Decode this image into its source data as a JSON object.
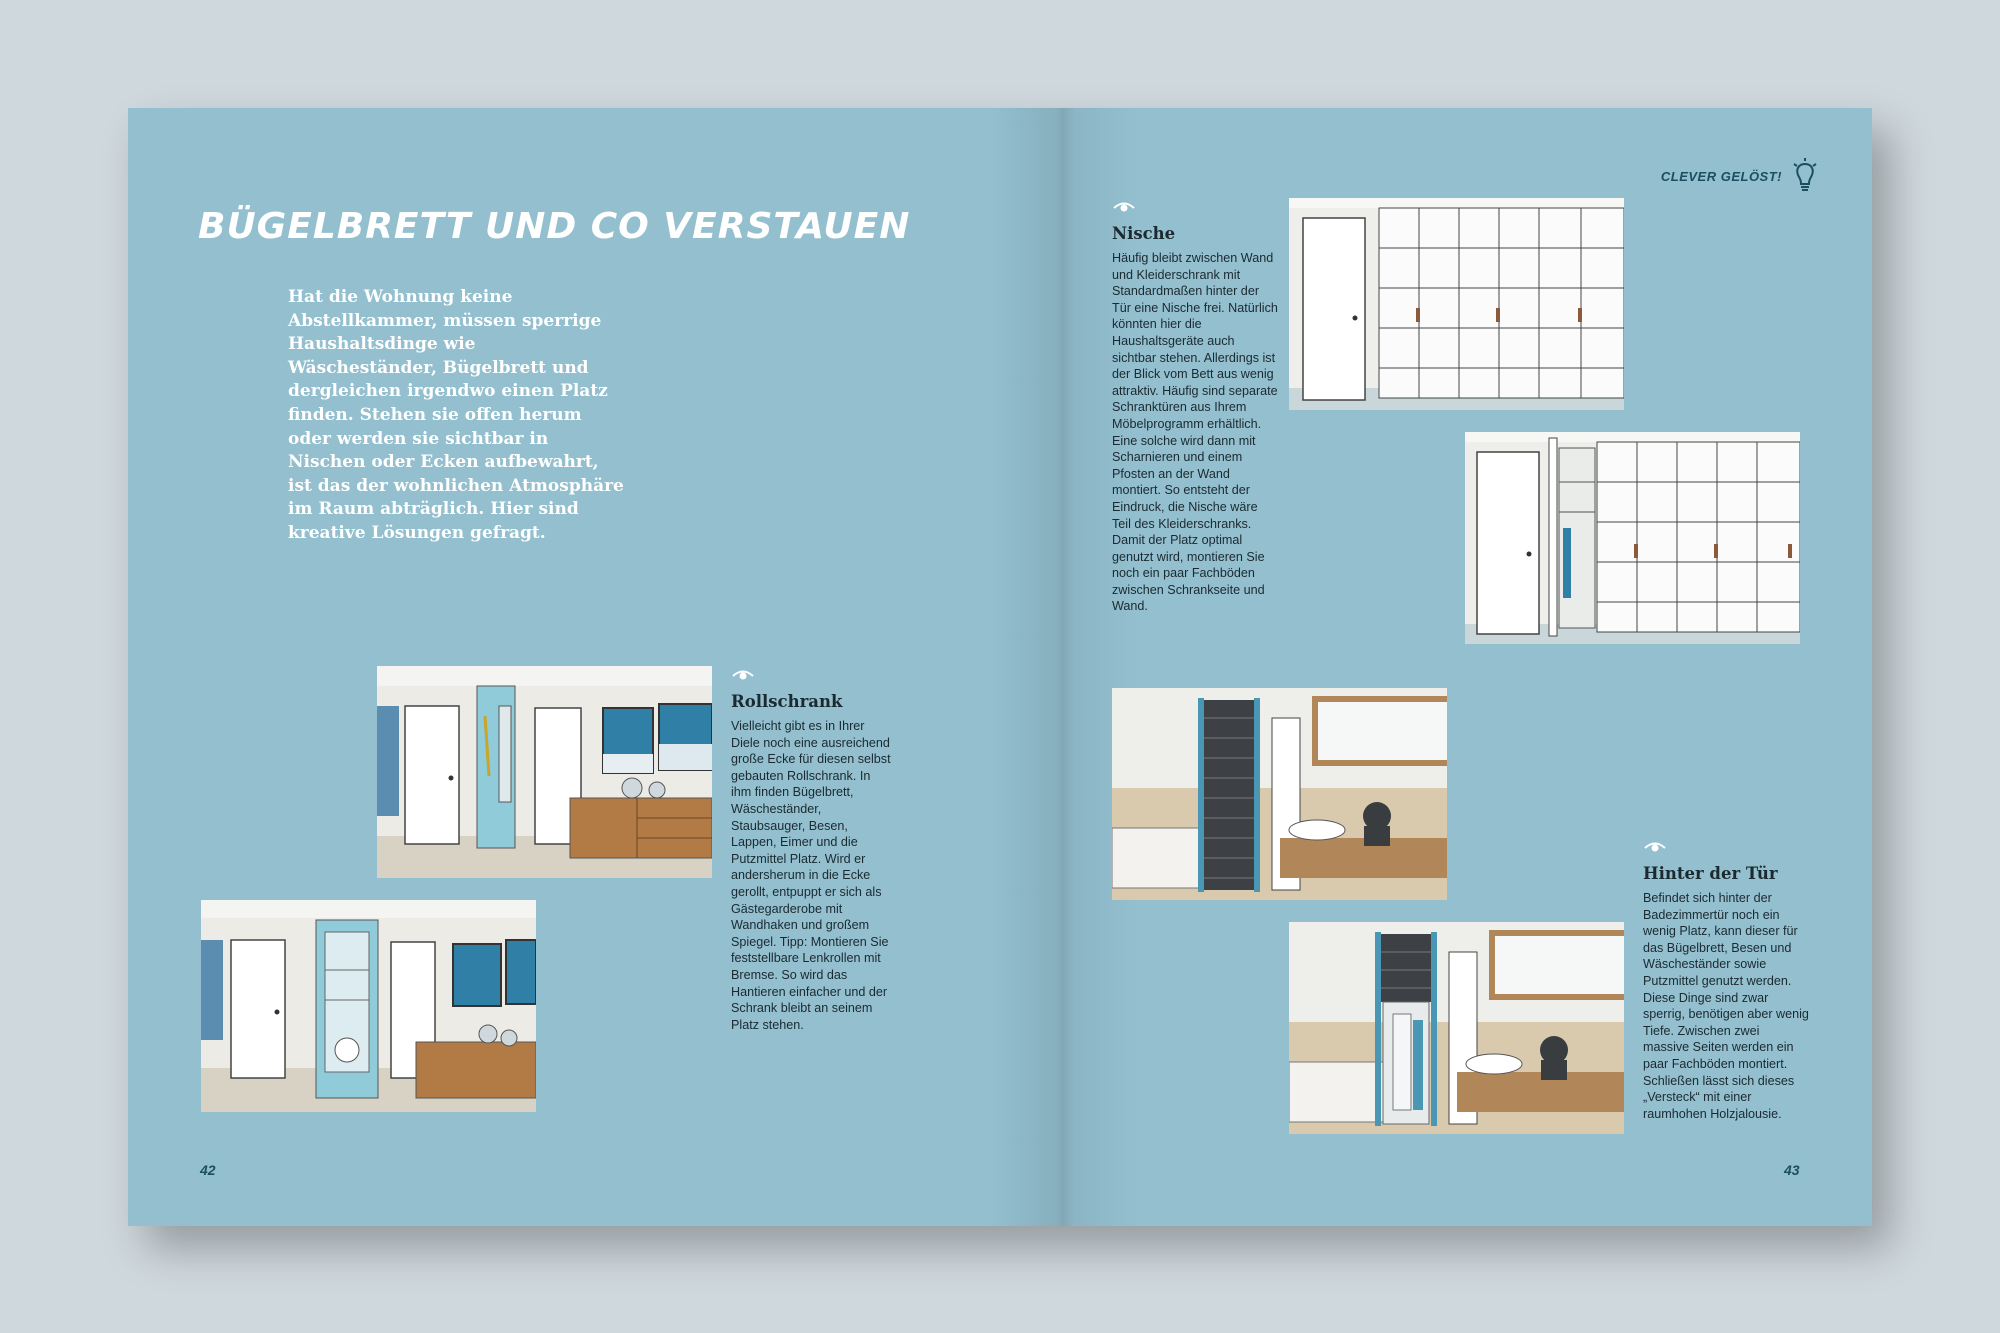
{
  "header": {
    "section_label": "CLEVER GELÖST!",
    "lightbulb_icon": "lightbulb-icon"
  },
  "left_page": {
    "title": "BÜGELBRETT UND CO VERSTAUEN",
    "intro": "Hat die Wohnung keine Abstellkammer, müssen sperrige Haushaltsdinge wie Wäscheständer, Bügelbrett und dergleichen irgendwo einen Platz finden. Stehen sie offen herum oder werden sie sichtbar in Nischen oder Ecken aufbewahrt, ist das der wohnlichen Atmosphäre im Raum abträglich. Hier sind kreative Lösungen gefragt.",
    "rollschrank": {
      "heading": "Rollschrank",
      "body": "Vielleicht gibt es in Ihrer Diele noch eine ausreichend große Ecke für diesen selbst gebauten Rollschrank. In ihm finden Bügelbrett, Wäscheständer, Staubsauger, Besen, Lappen, Eimer und die Putzmittel Platz. Wird er andersherum in die Ecke gerollt, entpuppt er sich als Gästegarderobe mit Wandhaken und großem Spiegel. Tipp: Montieren Sie feststellbare Lenkrollen mit Bremse. So wird das Hantieren einfacher und der Schrank bleibt an seinem Platz stehen."
    },
    "page_number": "42"
  },
  "right_page": {
    "nische": {
      "heading": "Nische",
      "body": "Häufig bleibt zwischen Wand und Kleiderschrank mit Standardmaßen hinter der Tür eine Nische frei. Natürlich könnten hier die Haushaltsgeräte auch sichtbar stehen. Allerdings ist der Blick vom Bett aus wenig attraktiv. Häufig sind separate Schranktüren aus Ihrem Möbelprogramm erhältlich. Eine solche wird dann mit Scharnieren und einem Pfosten an der Wand montiert. So entsteht der Eindruck, die Nische wäre Teil des Kleiderschranks. Damit der Platz optimal genutzt wird, montieren Sie noch ein paar Fachböden zwischen Schrankseite und Wand."
    },
    "hinter_tuer": {
      "heading": "Hinter der Tür",
      "body": "Befindet sich hinter der Badezimmertür noch ein wenig Platz, kann dieser für das Bügelbrett, Besen und Wäscheständer sowie Putzmittel genutzt werden. Diese Dinge sind zwar sperrig, benötigen aber wenig Tiefe. Zwischen zwei massive Seiten werden ein paar Fachböden montiert. Schließen lässt sich dieses „Versteck“ mit einer raumhohen Holzjalousie."
    },
    "page_number": "43"
  },
  "colors": {
    "page_bg": "#93bfcf",
    "backdrop": "#cfd8dd",
    "text_dark": "#1b2a30",
    "accent_teal": "#1b4f60"
  }
}
